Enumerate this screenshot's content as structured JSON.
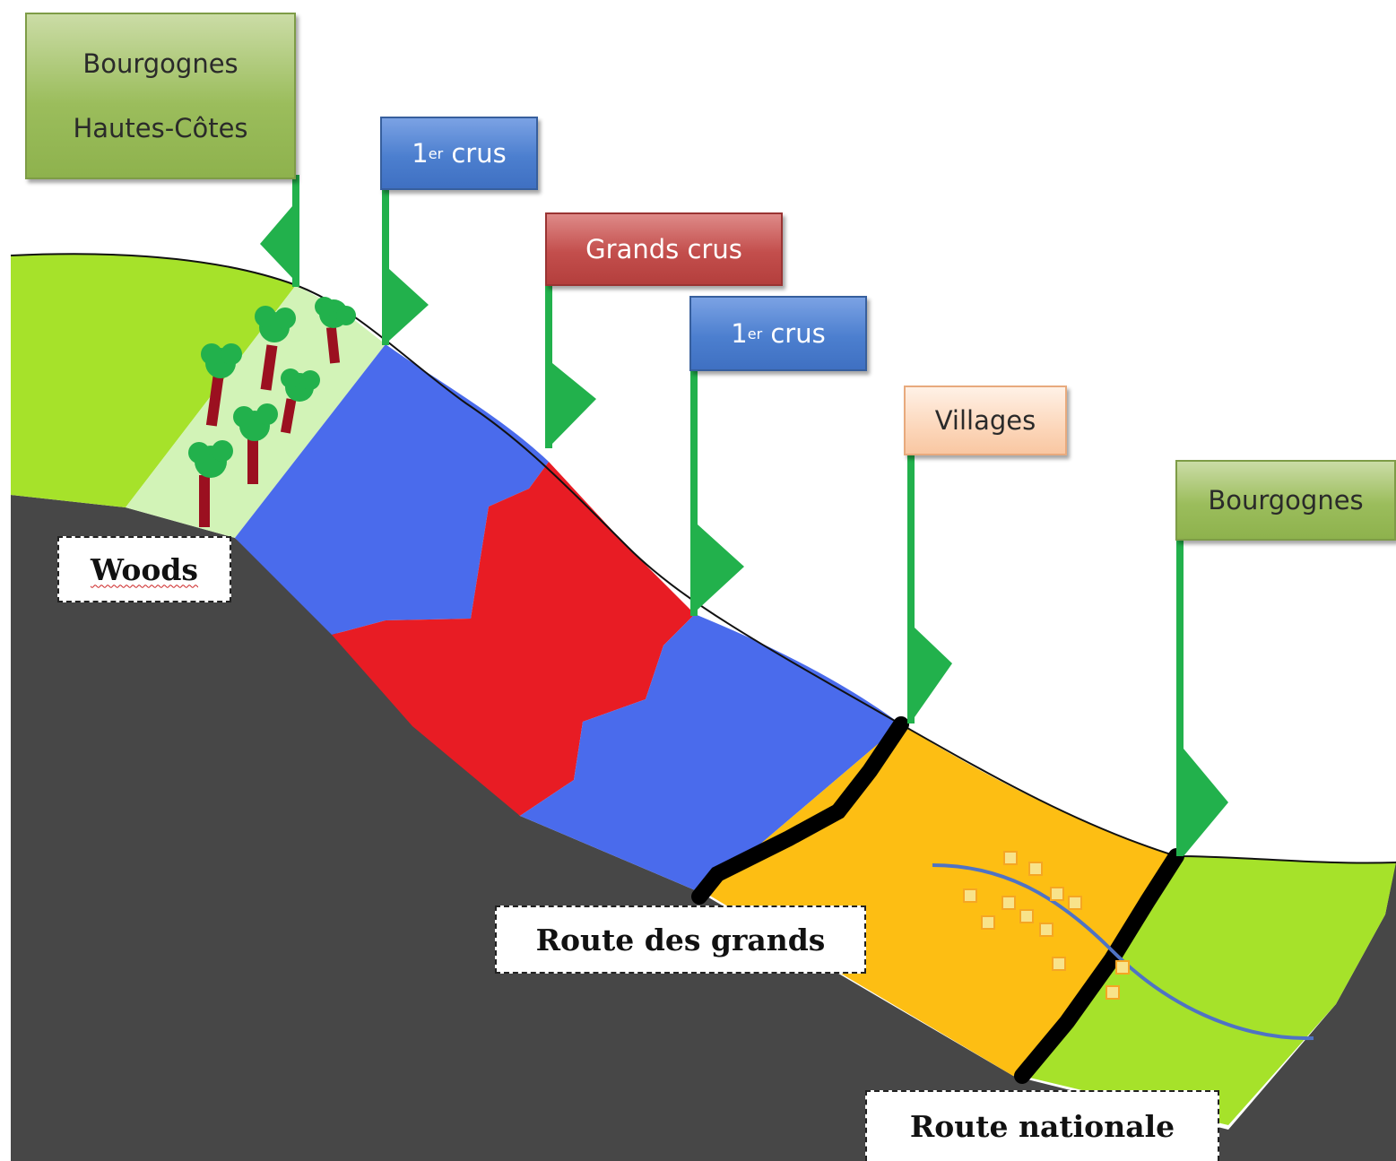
{
  "flag_labels": {
    "hautes_cotes_line1": "Bourgognes",
    "hautes_cotes_line2": "Hautes-Côtes",
    "premier_crus_upper_num": "1",
    "premier_crus_upper_sup": "er",
    "premier_crus_upper_word": " crus",
    "grands_crus": "Grands crus",
    "premier_crus_lower_num": "1",
    "premier_crus_lower_sup": "er",
    "premier_crus_lower_word": " crus",
    "villages": "Villages",
    "bourgognes": "Bourgognes"
  },
  "ground_labels": {
    "woods": "Woods",
    "route_grands": "Route des grands",
    "route_nationale": "Route nationale"
  },
  "colors": {
    "hautes_cotes_green": "#a6e22a",
    "woods_pale_green": "#d2f3b7",
    "premier_crus_blue": "#4a6bec",
    "grands_crus_red": "#e81c24",
    "villages_orange": "#fdbe13",
    "bourgognes_green": "#a6e22a",
    "ground_dark": "#474747",
    "flag_green": "#22b14c",
    "tree_trunk": "#9b1020",
    "tree_leaves": "#22b14c",
    "river_blue": "#4f73c4",
    "house_orange": "#f5a623"
  }
}
